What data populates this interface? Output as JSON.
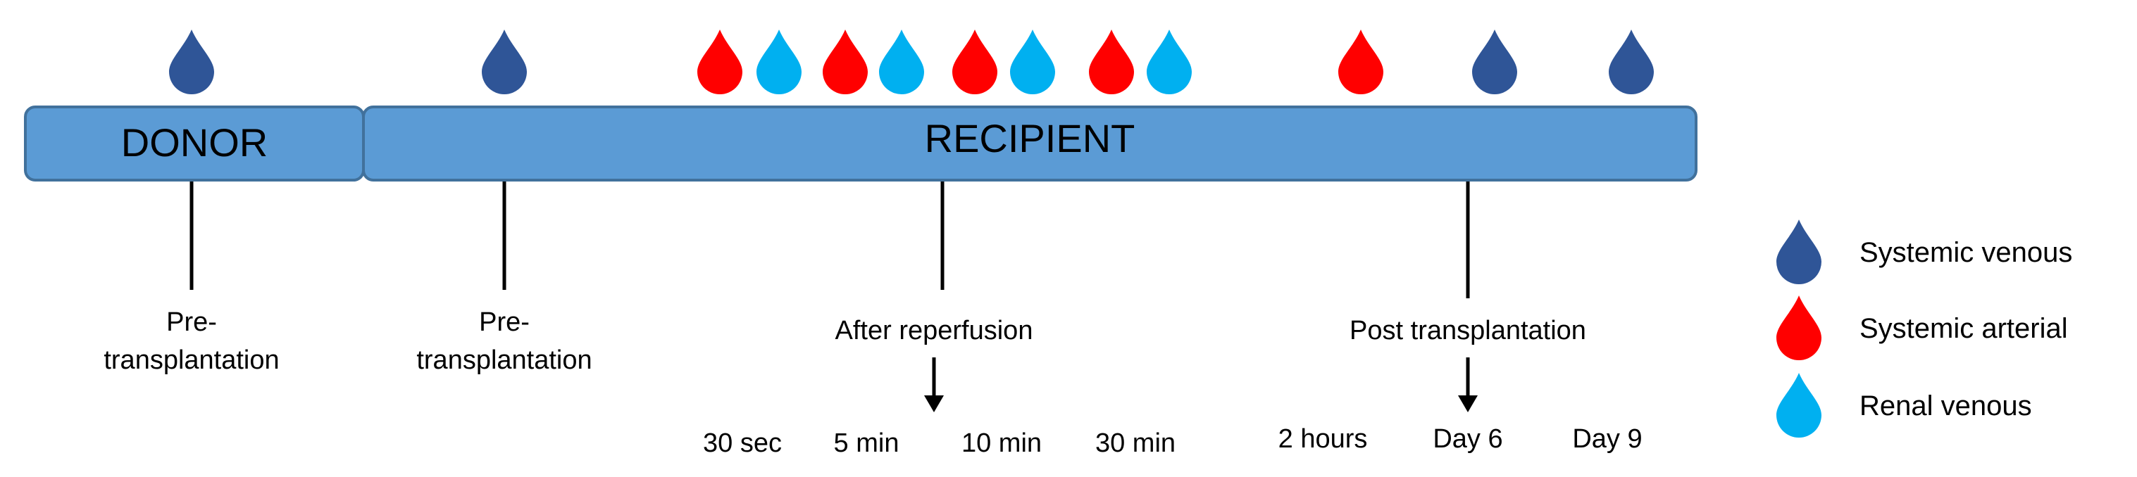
{
  "colors": {
    "systemic_venous": "#2f5597",
    "systemic_arterial": "#ff0000",
    "renal_venous": "#00b0f0",
    "bar_fill": "#5b9bd5",
    "bar_stroke": "#41719c"
  },
  "bars": {
    "donor": "DONOR",
    "recipient": "RECIPIENT"
  },
  "stages": {
    "donor_line1": "Pre-",
    "donor_line2": "transplantation",
    "recipient_line1": "Pre-",
    "recipient_line2": "transplantation",
    "reperfusion": "After reperfusion",
    "post": "Post transplantation"
  },
  "timepoints": [
    "30 sec",
    "5 min",
    "10 min",
    "30 min",
    "2 hours",
    "Day 6",
    "Day 9"
  ],
  "samples": [
    {
      "type": "systemic_venous"
    },
    {
      "type": "systemic_venous"
    },
    {
      "type": "systemic_arterial"
    },
    {
      "type": "renal_venous"
    },
    {
      "type": "systemic_arterial"
    },
    {
      "type": "renal_venous"
    },
    {
      "type": "systemic_arterial"
    },
    {
      "type": "renal_venous"
    },
    {
      "type": "systemic_arterial"
    },
    {
      "type": "renal_venous"
    },
    {
      "type": "systemic_arterial"
    },
    {
      "type": "systemic_venous"
    },
    {
      "type": "systemic_venous"
    }
  ],
  "legend": [
    {
      "type": "systemic_venous",
      "label": "Systemic venous"
    },
    {
      "type": "systemic_arterial",
      "label": "Systemic arterial"
    },
    {
      "type": "renal_venous",
      "label": "Renal venous"
    }
  ]
}
